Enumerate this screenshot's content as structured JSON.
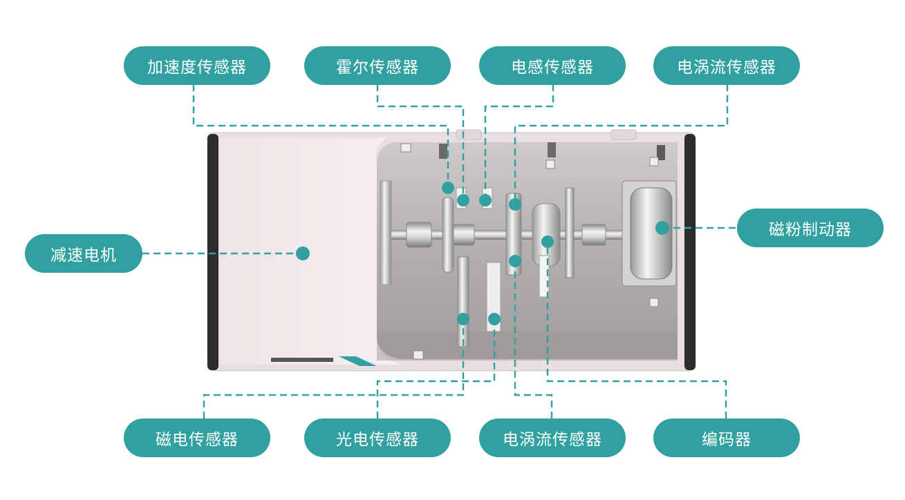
{
  "labels": {
    "accel": "加速度传感器",
    "hall": "霍尔传感器",
    "inductive": "电感传感器",
    "eddy_top": "电涡流传感器",
    "motor": "减速电机",
    "brake": "磁粉制动器",
    "magnetic": "磁电传感器",
    "photo": "光电传感器",
    "eddy_bottom": "电涡流传感器",
    "encoder": "编码器"
  },
  "colors": {
    "accent": "#31a0a1",
    "housing": "#f3e9ea",
    "frame": "#2f2f2f",
    "chamber": "#b8b4b4"
  }
}
